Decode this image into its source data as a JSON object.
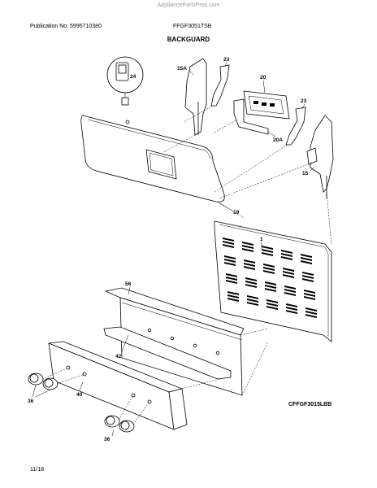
{
  "header": {
    "watermark": "AppliancePartsPros.com",
    "publication": "Publication No: 5995710380",
    "model": "FFGF3051TSB",
    "section_title": "BACKGUARD"
  },
  "callouts": {
    "c24": "24",
    "c15A": "15A",
    "c23a": "23",
    "c20": "20",
    "c23b": "23",
    "c20A": "20A",
    "c15": "15",
    "c19": "19",
    "c1": "1",
    "c56": "56",
    "c42": "42",
    "c40": "40",
    "c36a": "36",
    "c36b": "36"
  },
  "footer": {
    "drawing_code": "CFFGF3015LBB",
    "page": "11/18"
  }
}
